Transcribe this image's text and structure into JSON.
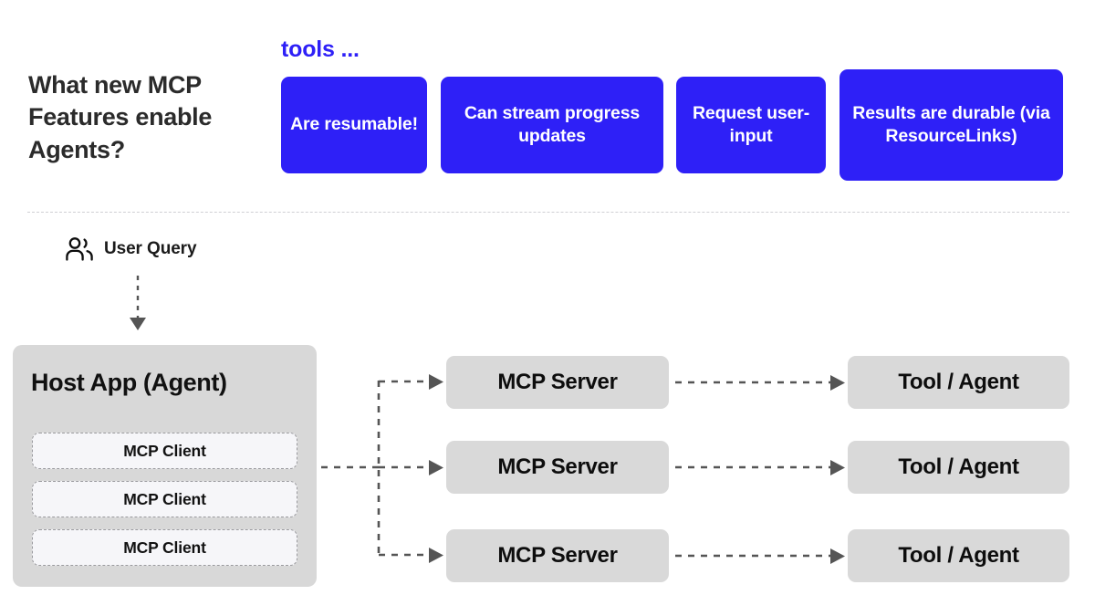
{
  "header": {
    "headline": "What new MCP Features enable Agents?",
    "tools_label": "tools ...",
    "features": [
      {
        "label": "Are resumable!"
      },
      {
        "label": "Can stream progress updates"
      },
      {
        "label": "Request user-input"
      },
      {
        "label": "Results are durable (via ResourceLinks)"
      }
    ]
  },
  "diagram": {
    "user_query_label": "User Query",
    "user_icon": "users-icon",
    "query_arrow_icon": "dashed-down-arrow-icon",
    "host": {
      "title": "Host App (Agent)",
      "clients": [
        {
          "label": "MCP Client"
        },
        {
          "label": "MCP Client"
        },
        {
          "label": "MCP Client"
        }
      ]
    },
    "servers": [
      {
        "label": "MCP Server"
      },
      {
        "label": "MCP Server"
      },
      {
        "label": "MCP Server"
      }
    ],
    "tools": [
      {
        "label": "Tool / Agent"
      },
      {
        "label": "Tool / Agent"
      },
      {
        "label": "Tool / Agent"
      }
    ]
  },
  "colors": {
    "accent_blue": "#2e20f7",
    "panel_gray": "#d8d8d8",
    "node_gray": "#d9d9d9",
    "client_fill": "#f6f6f9",
    "wire_gray": "#555555",
    "divider_gray": "#cfcfd4",
    "background": "#ffffff"
  }
}
